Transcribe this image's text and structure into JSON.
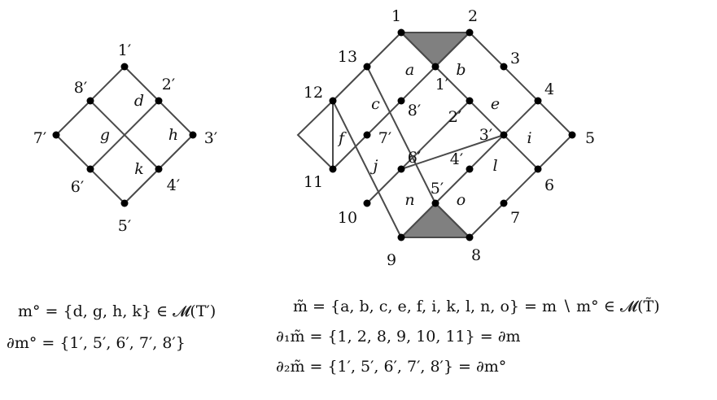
{
  "left_graph": {
    "vertices": [
      {
        "id": "1p",
        "label": "1′",
        "c": [
          4,
          0
        ]
      },
      {
        "id": "2p",
        "label": "2′",
        "c": [
          5,
          1
        ]
      },
      {
        "id": "3p",
        "label": "3′",
        "c": [
          6,
          2
        ]
      },
      {
        "id": "4p",
        "label": "4′",
        "c": [
          5,
          3
        ]
      },
      {
        "id": "5p",
        "label": "5′",
        "c": [
          4,
          4
        ]
      },
      {
        "id": "6p",
        "label": "6′",
        "c": [
          3,
          3
        ]
      },
      {
        "id": "7p",
        "label": "7′",
        "c": [
          2,
          2
        ]
      },
      {
        "id": "8p",
        "label": "8′",
        "c": [
          3,
          1
        ]
      }
    ],
    "faces": [
      {
        "label": "d",
        "c": [
          4,
          1
        ]
      },
      {
        "label": "g",
        "c": [
          3,
          2
        ]
      },
      {
        "label": "h",
        "c": [
          5,
          2
        ]
      },
      {
        "label": "k",
        "c": [
          4,
          3
        ]
      }
    ]
  },
  "right_graph": {
    "vertices": [
      {
        "id": "1",
        "label": "1",
        "c": [
          1,
          -1
        ]
      },
      {
        "id": "2",
        "label": "2",
        "c": [
          3,
          -1
        ]
      },
      {
        "id": "3",
        "label": "3",
        "c": [
          4,
          0
        ]
      },
      {
        "id": "4",
        "label": "4",
        "c": [
          5,
          1
        ]
      },
      {
        "id": "5",
        "label": "5",
        "c": [
          6,
          2
        ]
      },
      {
        "id": "6",
        "label": "6",
        "c": [
          5,
          3
        ]
      },
      {
        "id": "7",
        "label": "7",
        "c": [
          4,
          4
        ]
      },
      {
        "id": "8",
        "label": "8",
        "c": [
          3,
          5
        ]
      },
      {
        "id": "9",
        "label": "9",
        "c": [
          1,
          5
        ]
      },
      {
        "id": "10",
        "label": "10",
        "c": [
          0,
          4
        ]
      },
      {
        "id": "11",
        "label": "11",
        "c": [
          -1,
          3
        ]
      },
      {
        "id": "12",
        "label": "12",
        "c": [
          -1,
          1
        ]
      },
      {
        "id": "13",
        "label": "13",
        "c": [
          0,
          0
        ]
      },
      {
        "id": "1p",
        "label": "1′",
        "c": [
          2,
          0
        ]
      },
      {
        "id": "2p",
        "label": "2′",
        "c": [
          3,
          1
        ]
      },
      {
        "id": "3p",
        "label": "3′",
        "c": [
          4,
          2
        ]
      },
      {
        "id": "4p",
        "label": "4′",
        "c": [
          3,
          3
        ]
      },
      {
        "id": "5p",
        "label": "5′",
        "c": [
          2,
          4
        ]
      },
      {
        "id": "6p",
        "label": "6′",
        "c": [
          1,
          3
        ]
      },
      {
        "id": "7p",
        "label": "7′",
        "c": [
          0,
          2
        ]
      },
      {
        "id": "8p",
        "label": "8′",
        "c": [
          1,
          1
        ]
      }
    ],
    "faces": [
      {
        "label": "a",
        "c": [
          1.25,
          0.1
        ]
      },
      {
        "label": "b",
        "c": [
          2.75,
          0.1
        ]
      },
      {
        "label": "c",
        "c": [
          0.25,
          1.1
        ]
      },
      {
        "label": "e",
        "c": [
          3.75,
          1.1
        ]
      },
      {
        "label": "f",
        "c": [
          -0.75,
          2.1
        ]
      },
      {
        "label": "i",
        "c": [
          4.75,
          2.1
        ]
      },
      {
        "label": "j",
        "c": [
          0.25,
          2.9
        ]
      },
      {
        "label": "l",
        "c": [
          3.75,
          2.9
        ]
      },
      {
        "label": "n",
        "c": [
          1.25,
          3.9
        ]
      },
      {
        "label": "o",
        "c": [
          2.75,
          3.9
        ]
      }
    ]
  },
  "formulas": {
    "left_line1": "m° = {d, g, h, k} ∈ 𝓜(T′)",
    "left_line2": "∂m° = {1′, 5′, 6′, 7′, 8′}",
    "right_line1": "m̃ = {a, b, c, e, f, i, k, l, n, o} = m ∖ m° ∈ 𝓜(T̃)",
    "right_line2": "∂₁m̃ = {1, 2, 8, 9, 10, 11} = ∂m",
    "right_line3": "∂₂m̃ = {1′, 5′, 6′, 7′, 8′} = ∂m°"
  },
  "colors": {
    "edge": "#4a4a4a",
    "vertex": "#000000",
    "shaded_triangle": "#808080",
    "text": "#111111"
  }
}
